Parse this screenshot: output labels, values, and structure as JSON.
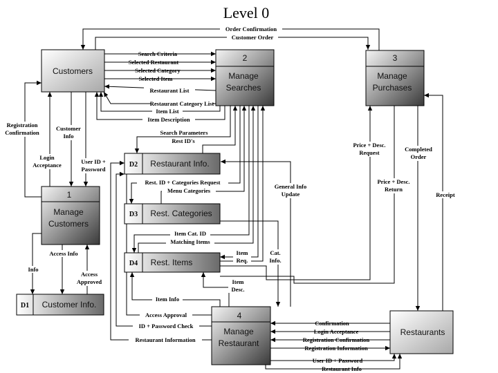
{
  "title": "Level 0",
  "entities": {
    "customers": "Customers",
    "restaurants": "Restaurants"
  },
  "processes": {
    "p1": {
      "num": "1",
      "line1": "Manage",
      "line2": "Customers"
    },
    "p2": {
      "num": "2",
      "line1": "Manage",
      "line2": "Searches"
    },
    "p3": {
      "num": "3",
      "line1": "Manage",
      "line2": "Purchases"
    },
    "p4": {
      "num": "4",
      "line1": "Manage",
      "line2": "Restaurant"
    }
  },
  "stores": {
    "d1": {
      "id": "D1",
      "name": "Customer Info."
    },
    "d2": {
      "id": "D2",
      "name": "Restaurant Info."
    },
    "d3": {
      "id": "D3",
      "name": "Rest. Categories"
    },
    "d4": {
      "id": "D4",
      "name": "Rest. Items"
    }
  },
  "flows": {
    "order_confirmation": "Order Confirmation",
    "customer_order": "Customer Order",
    "search_criteria": "Search Criteria",
    "selected_restaurant": "Selected Restaurant",
    "selected_category": "Selected Category",
    "selected_item": "Selected Item",
    "restaurant_list": "Restaurant List",
    "restaurant_category_list": "Restaurant Category List",
    "item_list": "Item List",
    "item_description": "Item Description",
    "registration_confirmation_1": "Registration",
    "registration_confirmation_2": "Confirmation",
    "customer_info_1": "Customer",
    "customer_info_2": "Info",
    "login_acceptance_1": "Login",
    "login_acceptance_2": "Acceptance",
    "userid_password_1": "User ID +",
    "userid_password_2": "Password",
    "search_parameters": "Search Parameters",
    "rest_ids": "Rest ID's",
    "rest_id_categories_request": "Rest. ID + Categories Request",
    "menu_categories": "Menu Categories",
    "item_cat_id": "Item Cat. ID",
    "matching_items": "Matching Items",
    "item_req_1": "Item",
    "item_req_2": "Req.",
    "cat_info_1": "Cat.",
    "cat_info_2": "Info.",
    "item_desc_1": "Item",
    "item_desc_2": "Desc.",
    "general_info_update_1": "General Info",
    "general_info_update_2": "Update",
    "price_desc_request_1": "Price + Desc.",
    "price_desc_request_2": "Request",
    "price_desc_return_1": "Price + Desc.",
    "price_desc_return_2": "Return",
    "completed_order_1": "Completed",
    "completed_order_2": "Order",
    "receipt": "Receipt",
    "info": "Info",
    "access_info": "Access Info",
    "access_approved_1": "Access",
    "access_approved_2": "Approved",
    "item_info": "Item Info",
    "access_approval": "Access Approval",
    "id_password_check": "ID + Password Check",
    "restaurant_information": "Restaurant Information",
    "confirmation": "Confirmation",
    "login_acceptance": "Login Acceptance",
    "registration_confirmation": "Registration Confirmation",
    "registration_information": "Registration Information",
    "userid_password": "User ID + Password",
    "restaurant_info": "Restaurant Info"
  }
}
